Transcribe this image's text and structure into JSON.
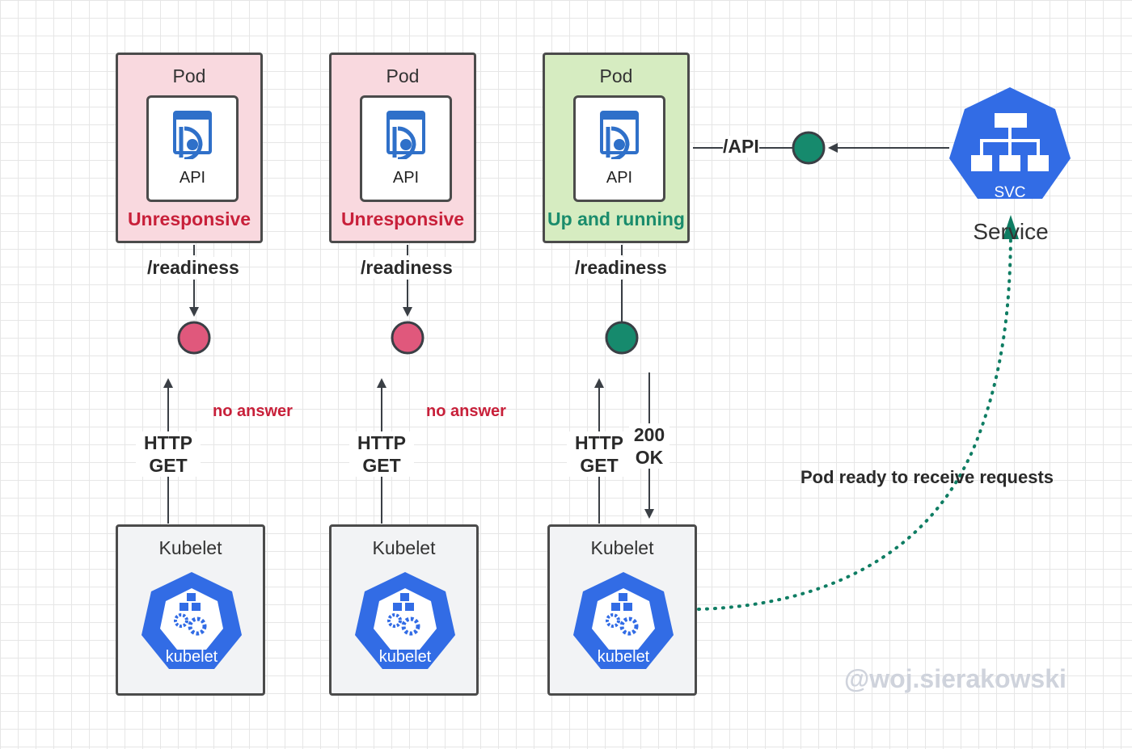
{
  "pods": [
    {
      "title": "Pod",
      "api_label": "API",
      "status": "Unresponsive"
    },
    {
      "title": "Pod",
      "api_label": "API",
      "status": "Unresponsive"
    },
    {
      "title": "Pod",
      "api_label": "API",
      "status": "Up and running"
    }
  ],
  "probe_labels": [
    "/readiness",
    "/readiness",
    "/readiness"
  ],
  "requests": [
    {
      "method_line1": "HTTP",
      "method_line2": "GET",
      "result": "no answer"
    },
    {
      "method_line1": "HTTP",
      "method_line2": "GET",
      "result": "no answer"
    },
    {
      "method_line1": "HTTP",
      "method_line2": "GET",
      "response_line1": "200",
      "response_line2": "OK"
    }
  ],
  "kubelets": [
    {
      "title": "Kubelet",
      "icon_label": "kubelet"
    },
    {
      "title": "Kubelet",
      "icon_label": "kubelet"
    },
    {
      "title": "Kubelet",
      "icon_label": "kubelet"
    }
  ],
  "service": {
    "icon_label": "SVC",
    "label": "Service"
  },
  "api_route": "/API",
  "ready_note": "Pod ready to receive requests",
  "watermark": "@woj.sierakowski",
  "icons": {
    "api": "api-icon",
    "kubelet": "kubelet-icon",
    "service": "service-icon"
  },
  "colors": {
    "unresponsive": "#c8203a",
    "running": "#1a8c6c",
    "endpoint_bad": "#e0587c",
    "endpoint_good": "#168a6d",
    "kubernetes_blue": "#326ce5",
    "ready_line": "#0f7d63"
  }
}
